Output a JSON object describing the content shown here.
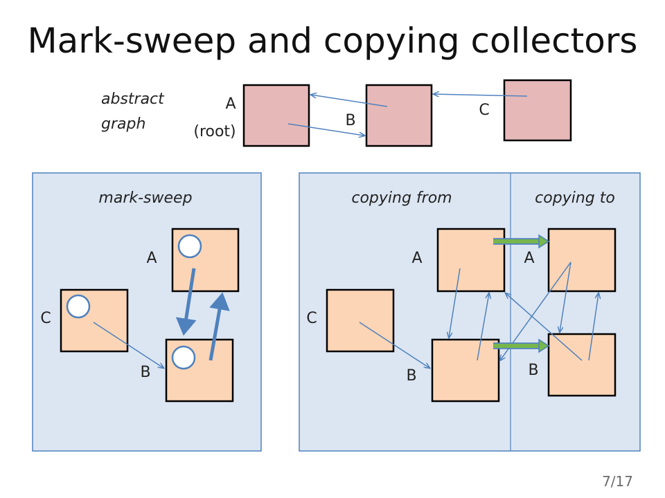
{
  "slide": {
    "title": "Mark-sweep and copying collectors",
    "page_number": "7/17"
  },
  "abstract_graph": {
    "caption_line1": "abstract",
    "caption_line2": "graph",
    "node_a_label": "A",
    "node_a_sublabel": "(root)",
    "node_b_label": "B",
    "node_c_label": "C"
  },
  "mark_sweep": {
    "heading": "mark-sweep",
    "node_a_label": "A",
    "node_b_label": "B",
    "node_c_label": "C"
  },
  "copying": {
    "from_heading": "copying from",
    "to_heading": "copying to",
    "from_node_a_label": "A",
    "from_node_b_label": "B",
    "from_node_c_label": "C",
    "to_node_a_label": "A",
    "to_node_b_label": "B"
  },
  "colors": {
    "abstract_node_fill": "#e6b9b8",
    "heap_node_fill": "#fbd5b5",
    "panel_fill": "#dce6f2",
    "panel_border": "#4f81bd",
    "pointer_blue": "#4f81bd",
    "forward_arrow_green": "#77b64d"
  }
}
